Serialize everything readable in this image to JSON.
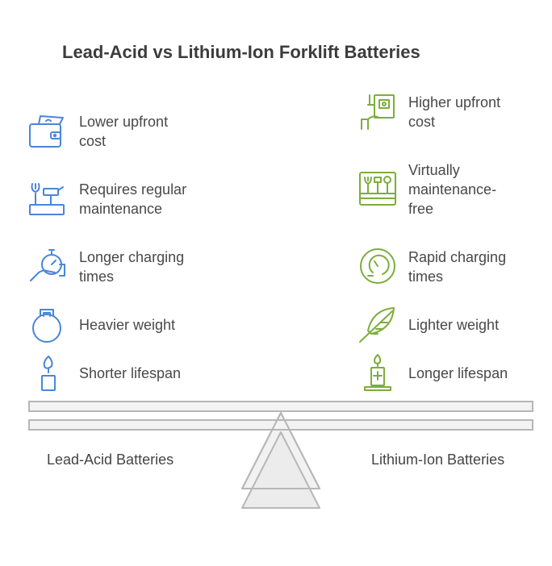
{
  "title": "Lead-Acid vs Lithium-Ion Forklift Batteries",
  "colors": {
    "left_accent": "#4a86d8",
    "right_accent": "#7dad3c",
    "scale": "#b7b7b7"
  },
  "left": {
    "name": "Lead-Acid Batteries",
    "items": [
      {
        "label": "Lower upfront\ncost",
        "icon": "wallet-icon"
      },
      {
        "label": "Requires regular\nmaintenance",
        "icon": "tools-icon"
      },
      {
        "label": "Longer charging\ntimes",
        "icon": "stopwatch-hand-icon"
      },
      {
        "label": "Heavier weight",
        "icon": "kettlebell-icon"
      },
      {
        "label": "Shorter lifespan",
        "icon": "short-candle-icon"
      }
    ]
  },
  "right": {
    "name": "Lithium-Ion Batteries",
    "items": [
      {
        "label": "Higher upfront\ncost",
        "icon": "hand-money-icon"
      },
      {
        "label": "Virtually\nmaintenance-\nfree",
        "icon": "toolbox-icon"
      },
      {
        "label": "Rapid charging\ntimes",
        "icon": "fast-clock-icon"
      },
      {
        "label": "Lighter weight",
        "icon": "feather-icon"
      },
      {
        "label": "Longer lifespan",
        "icon": "tall-candle-icon"
      }
    ]
  }
}
